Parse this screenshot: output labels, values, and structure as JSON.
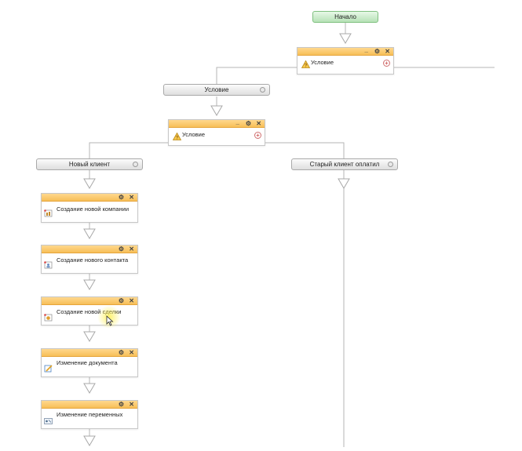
{
  "start": {
    "label": "Начало"
  },
  "top_condition": {
    "label": "Условие",
    "minimize": "_",
    "settings": "⚙",
    "close": "✕",
    "add": "+"
  },
  "branch_condition": {
    "label": "Условие"
  },
  "inner_condition": {
    "label": "Условие",
    "minimize": "_",
    "settings": "⚙",
    "close": "✕",
    "add": "+"
  },
  "branches": {
    "left": "Новый клиент",
    "right": "Старый клиент оплатил"
  },
  "steps": [
    {
      "label": "Создание новой компании",
      "icon": "company-icon"
    },
    {
      "label": "Создание нового контакта",
      "icon": "contact-icon"
    },
    {
      "label": "Создание новой сделки",
      "icon": "deal-icon"
    },
    {
      "label": "Изменение документа",
      "icon": "edit-document-icon"
    },
    {
      "label": "Изменение переменных",
      "icon": "variables-icon"
    }
  ],
  "card_controls": {
    "settings": "⚙",
    "close": "✕"
  },
  "colors": {
    "card_header": "#f7bf58",
    "start_node": "#b6e2b6",
    "connector": "#b5b5b5"
  }
}
